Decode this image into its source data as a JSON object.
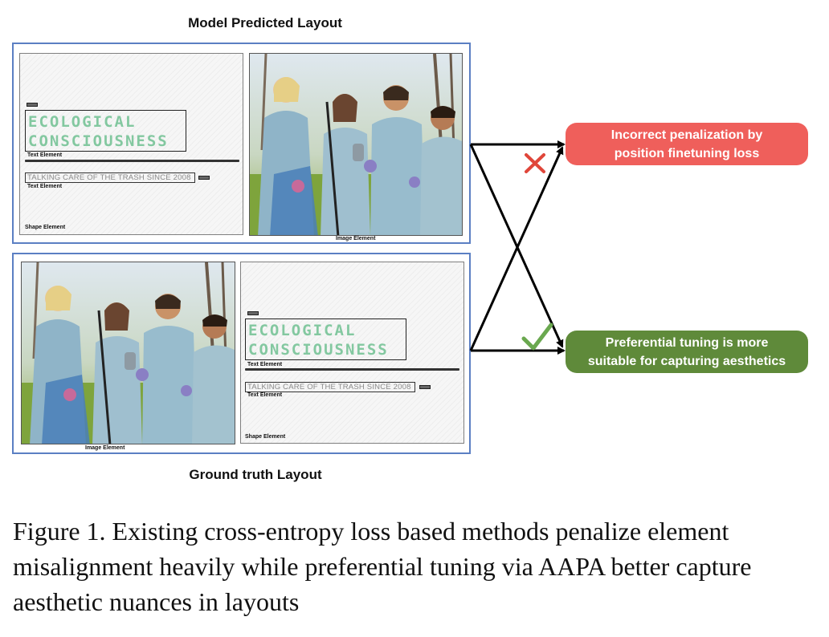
{
  "headings": {
    "top": "Model Predicted Layout",
    "bottom": "Ground truth Layout"
  },
  "slide": {
    "title_line1": "ECOLOGICAL",
    "title_line2": "CONSCIOUSNESS",
    "subtitle": "TALKING CARE OF THE TRASH SINCE 2008",
    "text_element_label": "Text Element",
    "shape_element_label": "Shape Element",
    "image_element_label": "Image Element",
    "title_color": "#83c8a0"
  },
  "callouts": {
    "incorrect": {
      "text": "Incorrect penalization by position finetuning loss",
      "color": "#ef5f5b"
    },
    "preferential": {
      "text": "Preferential tuning is more suitable for capturing aesthetics",
      "color": "#5f8a3a"
    }
  },
  "marks": {
    "cross_color": "#e0463a",
    "check_color": "#6aa84f"
  },
  "caption": "Figure 1. Existing cross-entropy loss based methods penalize element misalignment heavily while preferential tuning via AAPA better capture aesthetic nuances in layouts"
}
